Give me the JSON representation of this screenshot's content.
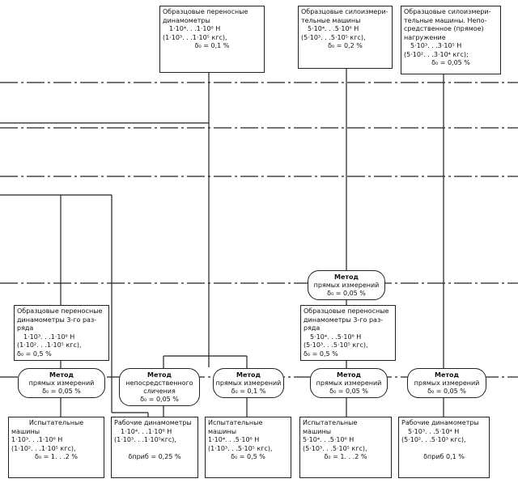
{
  "top_boxes": {
    "dynamometers": {
      "title_lines": [
        "Образцовые переносные",
        "динамометры"
      ],
      "range_n": "1·10⁴. . .1·10⁶ Н",
      "range_kgf": "(1·10³. . .1·10⁵ кгс),",
      "accuracy": "δ₀ = 0,1 %"
    },
    "force_machines": {
      "title_lines": [
        "Образцовые силоизмери-",
        "тельные машины"
      ],
      "range_n": "5·10⁴. . .5·10⁶ Н",
      "range_kgf": "(5·10³. . .5·10⁵ кгс),",
      "accuracy": "δ₀ = 0,2 %"
    },
    "force_machines_direct": {
      "title_lines": [
        "Образцовые силоизмери-",
        "тельные машины. Непо-",
        "средственное (прямое)",
        "нагружение"
      ],
      "range_n": "5·10³. . .3·10⁵ Н",
      "range_kgf": "(5·10². . .3·10⁴ кгс);",
      "accuracy": "δ₀ = 0,05 %"
    }
  },
  "mid_method": {
    "title": "Метод",
    "subtitle": "прямых измерений",
    "accuracy": "δ₀ = 0,05 %"
  },
  "mid_boxes": {
    "left": {
      "title_lines": [
        "Образцовые переносные",
        "динамометры 3-го раз-",
        "ряда"
      ],
      "range_n": "1·10³. . .1·10⁶ Н",
      "range_kgf": "(1·10². . .1·10⁵ кгс),",
      "accuracy": "δ₀ = 0,5 %"
    },
    "right": {
      "title_lines": [
        "Образцовые переносные",
        "динамометры 3-го раз-",
        "ряда"
      ],
      "range_n": "5·10⁴. . .5·10⁶ Н",
      "range_kgf": "(5·10³. . .5·10⁵ кгс),",
      "accuracy": "δ₀ = 0,5 %"
    }
  },
  "methods": [
    {
      "title": "Метод",
      "subtitle": "прямых измерений",
      "accuracy": "δ₀ = 0,05 %"
    },
    {
      "title": "Метод",
      "subtitle": "непосредственного",
      "subtitle2": "сличения",
      "accuracy": "δ₀ = 0,05 %"
    },
    {
      "title": "Метод",
      "subtitle": "прямых измерений",
      "accuracy": "δ₀ = 0,1 %"
    },
    {
      "title": "Метод",
      "subtitle": "прямых измерений",
      "accuracy": "δ₀ = 0,05 %"
    },
    {
      "title": "Метод",
      "subtitle": "прямых измерений",
      "accuracy": "δ₀ = 0,05 %"
    }
  ],
  "bottom_boxes": [
    {
      "title_lines": [
        "Испытательные",
        "машины"
      ],
      "range_n": "1·10³. . .1·10⁶ Н",
      "range_kgf": "(1·10². . .1·10⁵ кгс),",
      "accuracy": "δ₀ = 1. . .2 %"
    },
    {
      "title_lines": [
        "Рабочие динамометры"
      ],
      "range_n": "1·10⁴. . .1·10⁶ Н",
      "range_kgf": "(1·10³. . .1·10⁵кгс),",
      "accuracy": "δприб = 0,25 %"
    },
    {
      "title_lines": [
        "Испытательные",
        "машины"
      ],
      "range_n": "1·10⁴. . .5·10⁶ Н",
      "range_kgf": "(1·10³. . .5·10⁵ кгс),",
      "accuracy": "δ₀ = 0,5 %"
    },
    {
      "title_lines": [
        "Испытательные",
        "машины"
      ],
      "range_n": "5·10⁴. . .5·10⁶ Н",
      "range_kgf": "(5·10³. . .5·10⁵ кгс),",
      "accuracy": "δ₀ = 1. . .2 %"
    },
    {
      "title_lines": [
        "Рабочие динамометры"
      ],
      "range_n": "5·10³. . .5·10⁴ Н",
      "range_kgf": "(5·10². . .5·10³ кгс),",
      "accuracy": "δприб 0,1 %"
    }
  ]
}
